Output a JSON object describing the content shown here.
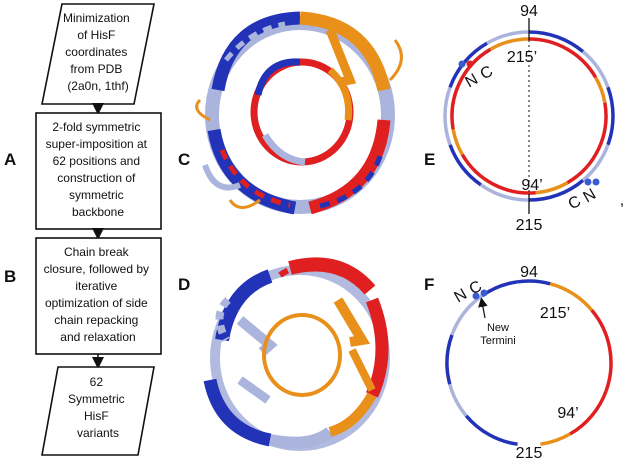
{
  "flowchart": {
    "step1_lines": [
      "Minimization",
      "of HisF",
      "coordinates",
      "from PDB",
      "(2a0n, 1thf)"
    ],
    "step2_lines": [
      "2-fold symmetric",
      "super-imposition at",
      "62 positions and",
      "construction of",
      "symmetric",
      "backbone"
    ],
    "step3_lines": [
      "Chain break",
      "closure, followed by",
      "iterative",
      "optimization of side",
      "chain repacking",
      "and relaxation"
    ],
    "step4_lines": [
      "62",
      "Symmetric",
      "HisF",
      "variants"
    ]
  },
  "panel_labels": {
    "A": "A",
    "B": "B",
    "C": "C",
    "D": "D",
    "E": "E",
    "F": "F"
  },
  "panel_e": {
    "top_label": "94",
    "bottom_label": "215",
    "inner_top_label": "215’",
    "inner_bottom_label": "94’",
    "n_top": "N",
    "c_top": "C",
    "c_bottom": "C",
    "n_bottom": "N",
    "stray_mark": ","
  },
  "panel_f": {
    "top_label": "94",
    "bottom_label": "215",
    "inner_top_label": "215’",
    "inner_bottom_label": "94’",
    "n_label": "N",
    "c_label": "C",
    "termini_line1": "New",
    "termini_line2": "Termini"
  },
  "colors": {
    "dark_blue": "#2233b8",
    "light_blue": "#aab4dc",
    "red": "#e02020",
    "orange": "#e8901a"
  }
}
